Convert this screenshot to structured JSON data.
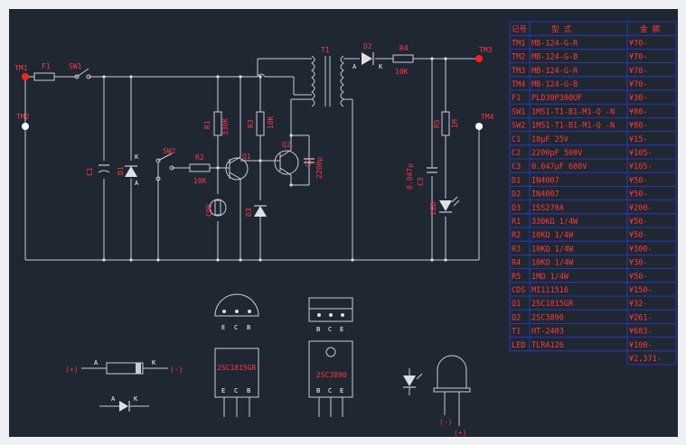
{
  "terminals": {
    "tm1": "TM1",
    "tm2": "TM2",
    "tm3": "TM3",
    "tm4": "TM4"
  },
  "components": {
    "f1": "F1",
    "sw1": "SW1",
    "sw2": "SW2",
    "c1": "C1",
    "d1": "D1",
    "r1": "R1",
    "r1_val": "330K",
    "r2": "R2",
    "r2_val": "10K",
    "r3": "R3",
    "r3_val": "10K",
    "q1": "Q1",
    "q2": "Q2",
    "c2": "C2",
    "c2_val": "2200p",
    "cds": "CDS",
    "d3": "D3",
    "t1": "T1",
    "d2": "D2",
    "r4": "R4",
    "r4_val": "10K",
    "r5": "R5",
    "r5_val": "1M",
    "c3": "C3",
    "c3_val": "0.047μ",
    "led": "LED"
  },
  "packages": {
    "to92_pins": [
      "E",
      "C",
      "B"
    ],
    "to92_name": "2SC1815GR",
    "to220_pins": [
      "B",
      "C",
      "E"
    ],
    "to220_name": "2SC3890",
    "diode_anode": "A",
    "diode_cathode": "K",
    "plus": "(+)",
    "minus": "(-)"
  },
  "bom": {
    "headers": [
      "记号",
      "型  式",
      "金 额"
    ],
    "rows": [
      [
        "TM1",
        "MB-124-G-R",
        "¥70-"
      ],
      [
        "TM2",
        "MB-124-G-B",
        "¥70-"
      ],
      [
        "TM3",
        "MB-124-G-R",
        "¥70-"
      ],
      [
        "TM4",
        "MB-124-G-B",
        "¥70-"
      ],
      [
        "F1",
        "PLD30P300UF",
        "¥30-"
      ],
      [
        "SW1",
        "1MS1-T1-B1-M1-Q -N",
        "¥80-"
      ],
      [
        "SW2",
        "1MS1-T1-B1-M1-Q -N",
        "¥80-"
      ],
      [
        "C1",
        "10μF 25V",
        "¥15-"
      ],
      [
        "C2",
        "2200pF 500V",
        "¥105-"
      ],
      [
        "C3",
        "0.047μF 600V",
        "¥105-"
      ],
      [
        "D1",
        "IN4007",
        "¥50-"
      ],
      [
        "D2",
        "IN4007",
        "¥50-"
      ],
      [
        "D3",
        "1SS270A",
        "¥200-"
      ],
      [
        "R1",
        "330KΩ 1/4W",
        "¥50-"
      ],
      [
        "R2",
        "10KΩ 1/4W",
        "¥50-"
      ],
      [
        "R3",
        "10KΩ 1/4W",
        "¥300-"
      ],
      [
        "R4",
        "10KΩ 1/4W",
        "¥30-"
      ],
      [
        "R5",
        "1MΩ 1/4W",
        "¥50-"
      ],
      [
        "CDS",
        "MI111516",
        "¥150-"
      ],
      [
        "Q1",
        "2SC1815GR",
        "¥32-"
      ],
      [
        "Q2",
        "2SC3890",
        "¥261-"
      ],
      [
        "T1",
        "HT-2403",
        "¥683-"
      ],
      [
        "LED",
        "TLRA126",
        "¥100-"
      ]
    ],
    "total": "¥2,371-"
  }
}
